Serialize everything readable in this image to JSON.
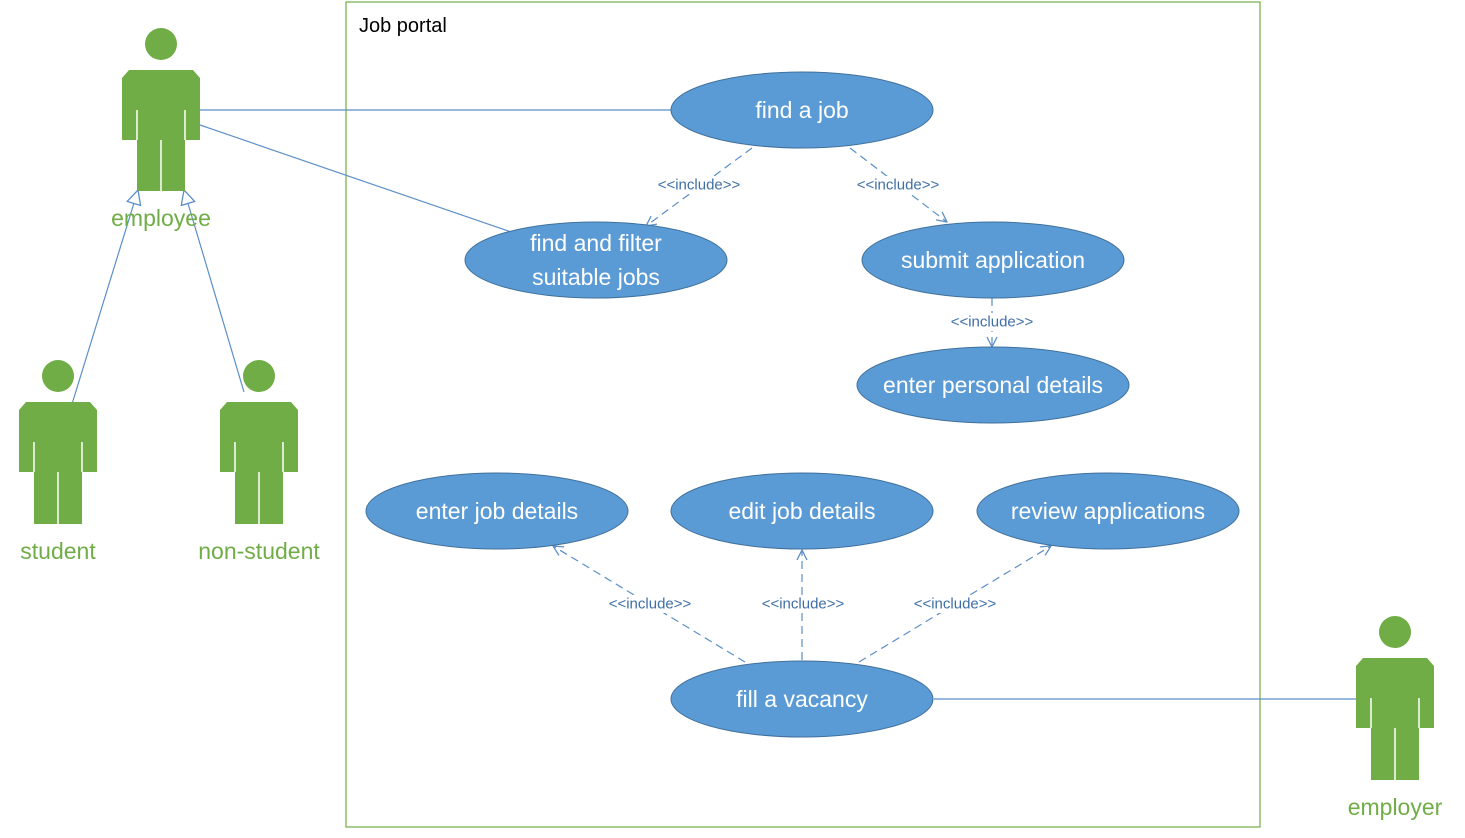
{
  "system": {
    "title": "Job portal"
  },
  "actors": {
    "employee": "employee",
    "student": "student",
    "non_student": "non-student",
    "employer": "employer"
  },
  "use_cases": {
    "find_a_job": "find a job",
    "find_and_filter_line1": "find and filter",
    "find_and_filter_line2": "suitable jobs",
    "submit_application": "submit application",
    "enter_personal_details": "enter personal details",
    "enter_job_details": "enter job details",
    "edit_job_details": "edit job details",
    "review_applications": "review applications",
    "fill_a_vacancy": "fill a vacancy"
  },
  "stereotype": "<<include>>",
  "colors": {
    "actor": "#70ad47",
    "use_case": "#5b9bd5",
    "use_case_border": "#41719c",
    "line": "#5b8fc8",
    "stereotype_text": "#3f6fa8",
    "system_border": "#70ad47"
  }
}
